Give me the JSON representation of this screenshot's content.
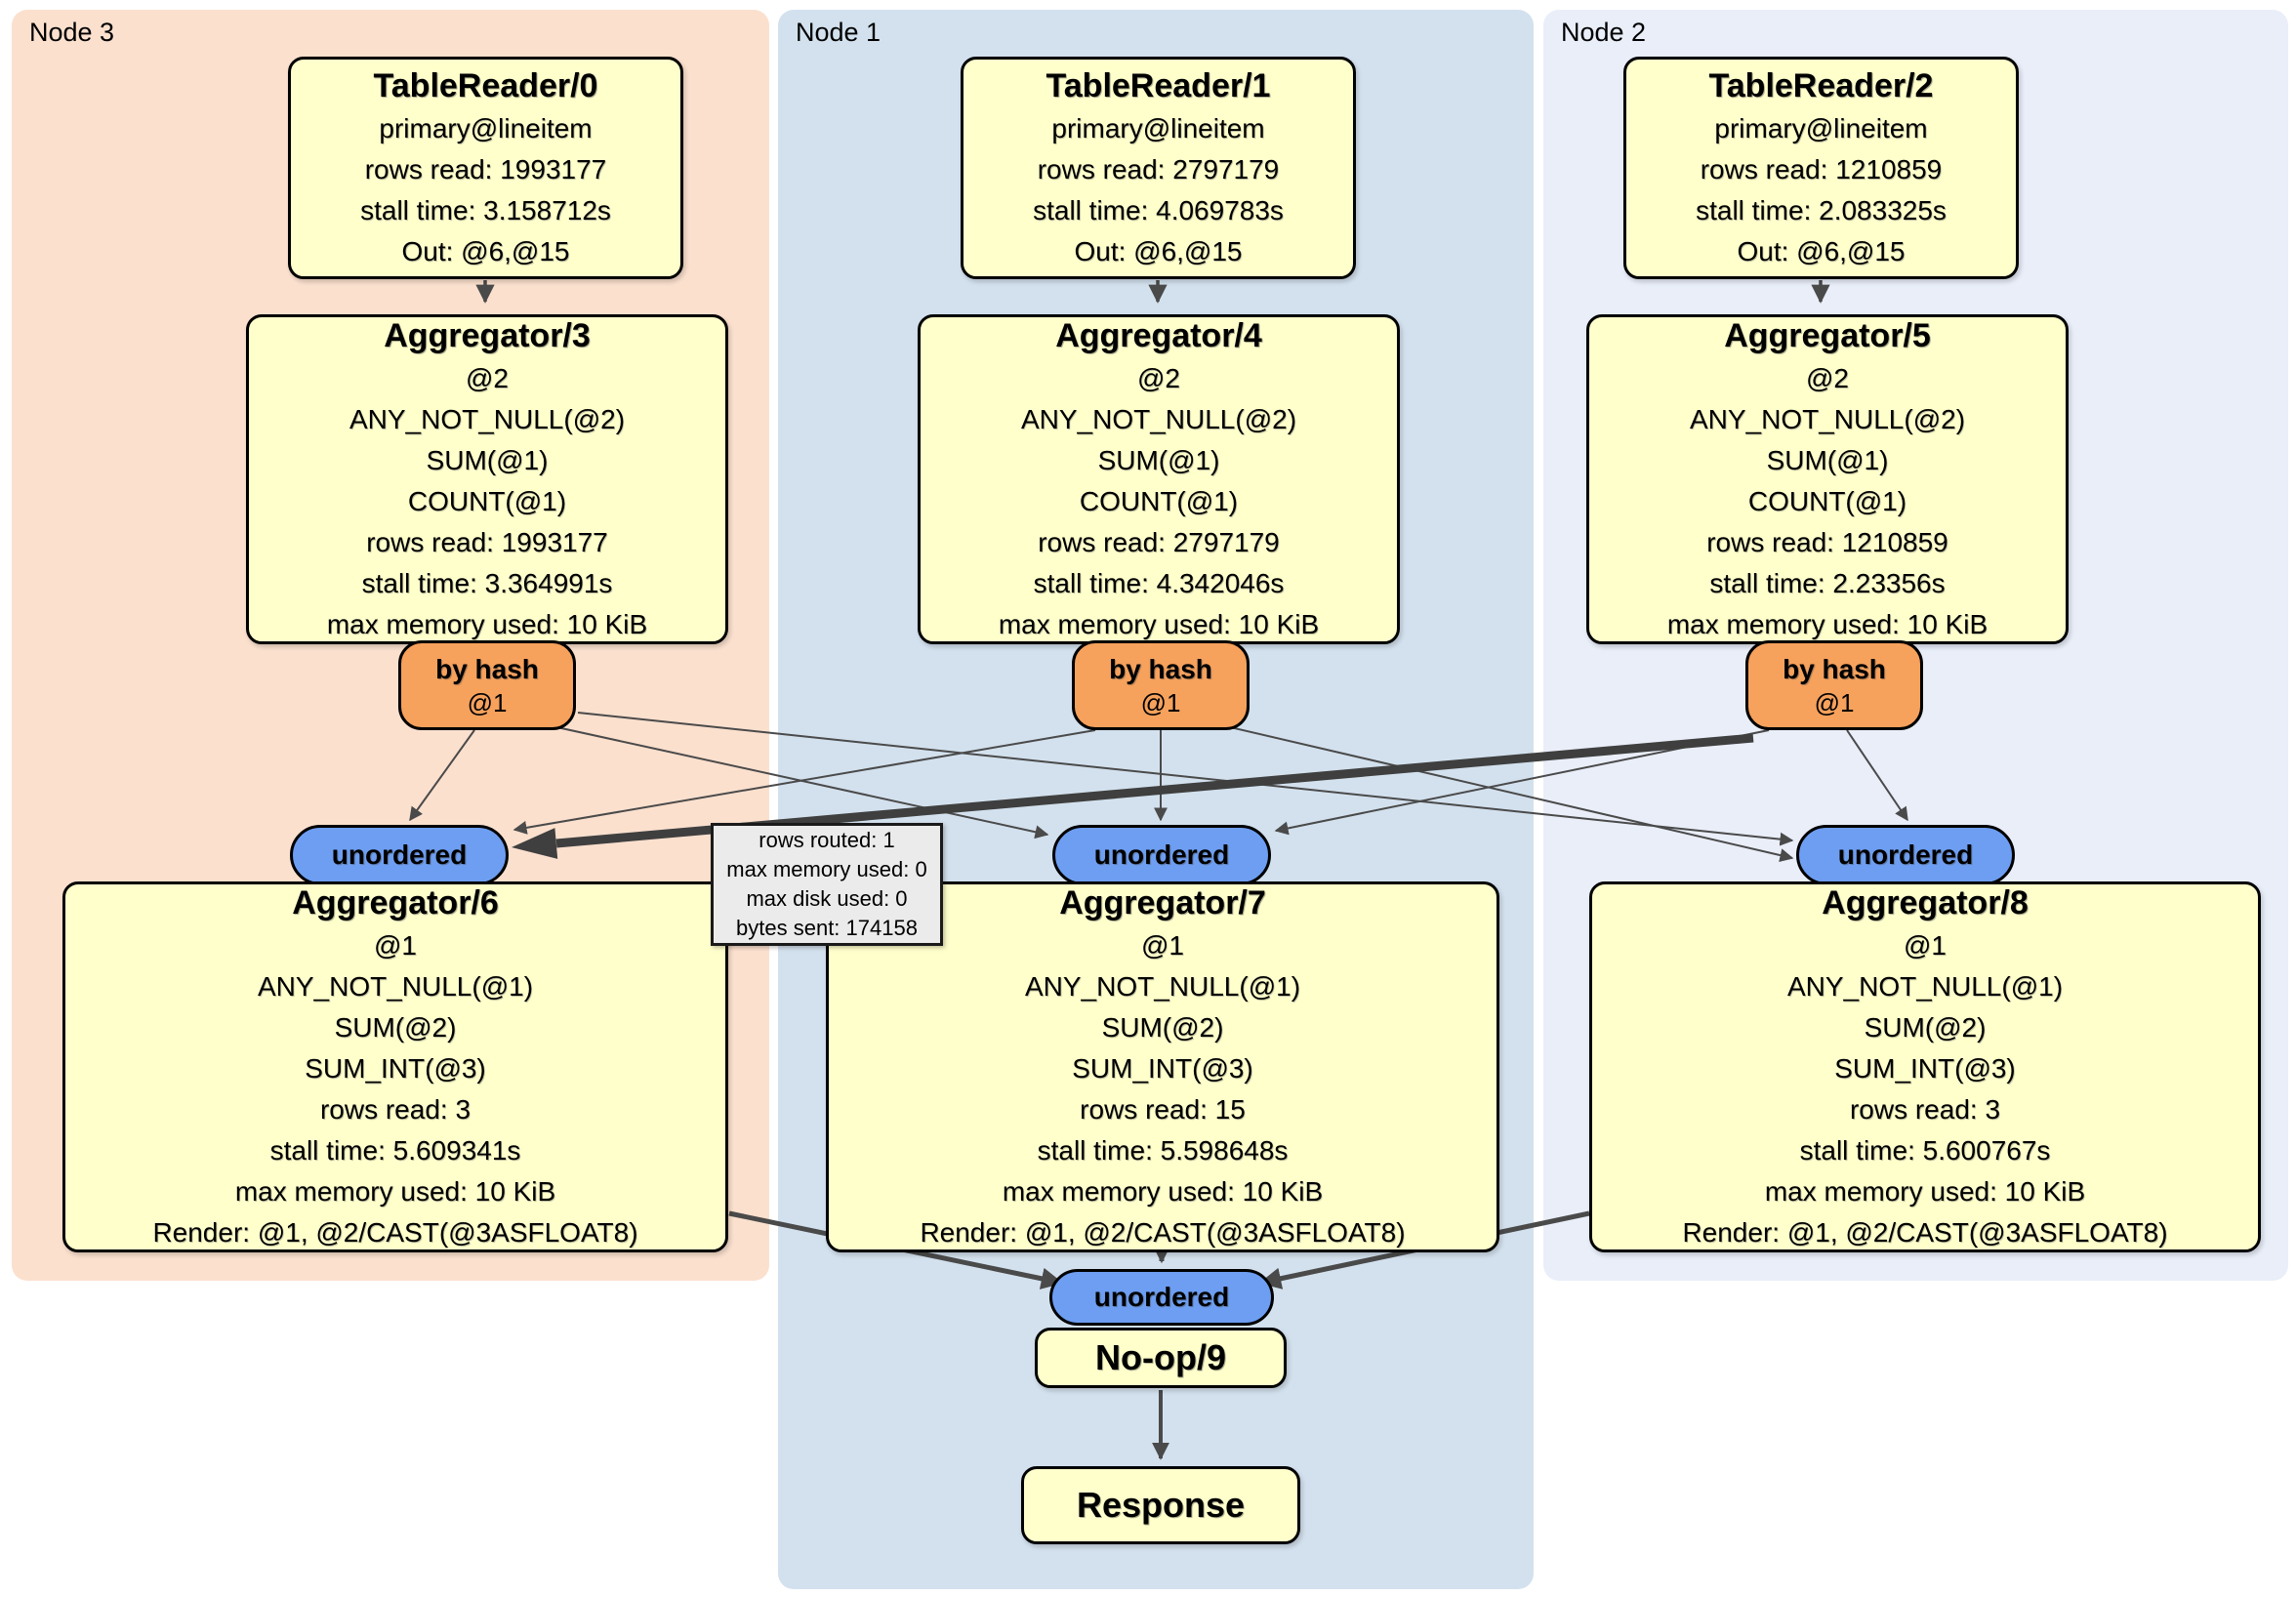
{
  "panels": {
    "node3": {
      "label": "Node 3"
    },
    "node1": {
      "label": "Node 1"
    },
    "node2": {
      "label": "Node 2"
    }
  },
  "processors": {
    "tr0": {
      "title": "TableReader/0",
      "lines": [
        "primary@lineitem",
        "rows read: 1993177",
        "stall time: 3.158712s",
        "Out: @6,@15"
      ]
    },
    "tr1": {
      "title": "TableReader/1",
      "lines": [
        "primary@lineitem",
        "rows read: 2797179",
        "stall time: 4.069783s",
        "Out: @6,@15"
      ]
    },
    "tr2": {
      "title": "TableReader/2",
      "lines": [
        "primary@lineitem",
        "rows read: 1210859",
        "stall time: 2.083325s",
        "Out: @6,@15"
      ]
    },
    "ag3": {
      "title": "Aggregator/3",
      "lines": [
        "@2",
        "ANY_NOT_NULL(@2)",
        "SUM(@1)",
        "COUNT(@1)",
        "rows read: 1993177",
        "stall time: 3.364991s",
        "max memory used: 10 KiB"
      ]
    },
    "ag4": {
      "title": "Aggregator/4",
      "lines": [
        "@2",
        "ANY_NOT_NULL(@2)",
        "SUM(@1)",
        "COUNT(@1)",
        "rows read: 2797179",
        "stall time: 4.342046s",
        "max memory used: 10 KiB"
      ]
    },
    "ag5": {
      "title": "Aggregator/5",
      "lines": [
        "@2",
        "ANY_NOT_NULL(@2)",
        "SUM(@1)",
        "COUNT(@1)",
        "rows read: 1210859",
        "stall time: 2.23356s",
        "max memory used: 10 KiB"
      ]
    },
    "ag6": {
      "title": "Aggregator/6",
      "lines": [
        "@1",
        "ANY_NOT_NULL(@1)",
        "SUM(@2)",
        "SUM_INT(@3)",
        "rows read: 3",
        "stall time: 5.609341s",
        "max memory used: 10 KiB",
        "Render: @1, @2/CAST(@3ASFLOAT8)"
      ]
    },
    "ag7": {
      "title": "Aggregator/7",
      "lines": [
        "@1",
        "ANY_NOT_NULL(@1)",
        "SUM(@2)",
        "SUM_INT(@3)",
        "rows read: 15",
        "stall time: 5.598648s",
        "max memory used: 10 KiB",
        "Render: @1, @2/CAST(@3ASFLOAT8)"
      ]
    },
    "ag8": {
      "title": "Aggregator/8",
      "lines": [
        "@1",
        "ANY_NOT_NULL(@1)",
        "SUM(@2)",
        "SUM_INT(@3)",
        "rows read: 3",
        "stall time: 5.600767s",
        "max memory used: 10 KiB",
        "Render: @1, @2/CAST(@3ASFLOAT8)"
      ]
    },
    "noop": {
      "title": "No-op/9"
    },
    "response": {
      "title": "Response"
    }
  },
  "router": {
    "label": "by hash",
    "sub": "@1"
  },
  "stream": {
    "label": "unordered"
  },
  "tooltip": {
    "lines": [
      "rows routed: 1",
      "max memory used: 0",
      "max disk used: 0",
      "bytes sent: 174158"
    ]
  },
  "colors": {
    "panel_node3": "#FBE0CE",
    "panel_node1": "#D3E1EE",
    "panel_node2": "#E9EEF9",
    "processor_fill": "#FFFFCC",
    "router_fill": "#F6A15C",
    "stream_fill": "#6D9EF2",
    "edge": "#4A4A4A",
    "tooltip_fill": "#EBEBEB"
  }
}
